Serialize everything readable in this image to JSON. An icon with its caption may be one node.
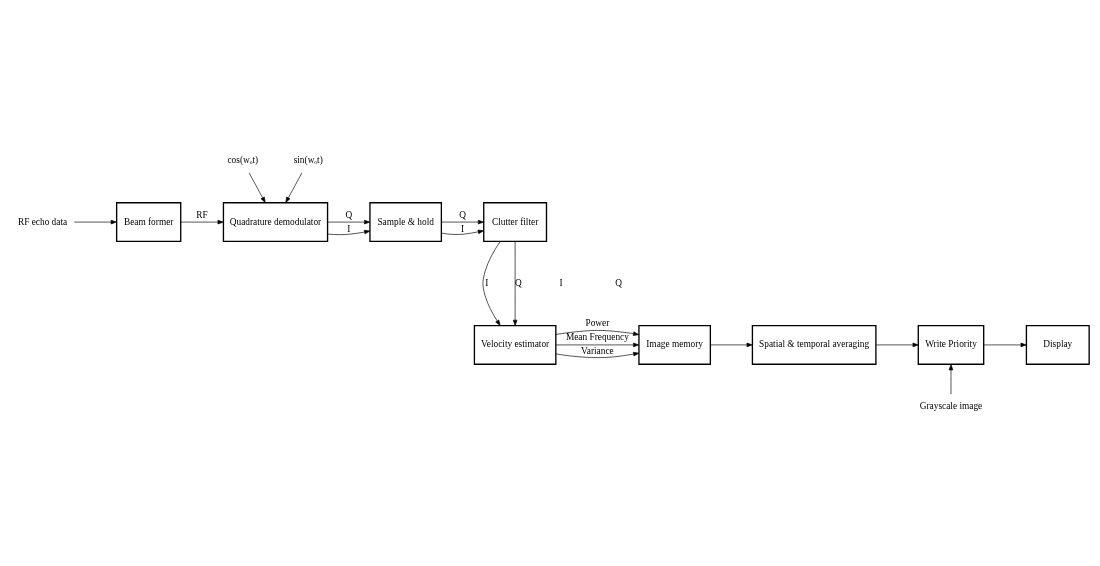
{
  "diagram": {
    "nodes": [
      {
        "text": [
          "RF echo data"
        ]
      },
      {
        "text": [
          "cos(wₒt)"
        ]
      },
      {
        "text": [
          "sin(wₒt)"
        ]
      },
      {
        "text": [
          "Beam former"
        ]
      },
      {
        "text": [
          "Quadrature demodulator"
        ]
      },
      {
        "text": [
          "Sample & hold"
        ]
      },
      {
        "text": [
          "Clutter filter"
        ]
      },
      {
        "text": [
          "Velocity estimator"
        ]
      },
      {
        "text": [
          "Image memory"
        ]
      },
      {
        "text": [
          "Spatial & temporal averaging"
        ]
      },
      {
        "text": [
          "Write Priority"
        ]
      },
      {
        "text": [
          "Display"
        ]
      },
      {
        "text": [
          "Grayscale image"
        ]
      }
    ],
    "edges": [
      {
        "from": 0,
        "to": 3,
        "arrow": "to"
      },
      {
        "from": 3,
        "to": 4,
        "arrow": "to",
        "label": "RF"
      },
      {
        "from": 1,
        "to": 4,
        "arrow": "to"
      },
      {
        "from": 2,
        "to": 4,
        "arrow": "to"
      },
      {
        "from": 4,
        "to": 5,
        "arrow": "to",
        "label": "I"
      },
      {
        "from": 4,
        "to": 5,
        "arrow": "to",
        "label": "Q"
      },
      {
        "from": 5,
        "to": 6,
        "arrow": "to",
        "label": "I"
      },
      {
        "from": 5,
        "to": 6,
        "arrow": "to",
        "label": "Q"
      },
      {
        "from": 6,
        "to": 7,
        "arrow": "to",
        "label": "I"
      },
      {
        "from": 6,
        "to": 7,
        "arrow": "to",
        "label": "Q"
      },
      {
        "from": 7,
        "to": 8,
        "arrow": "to",
        "label": "Mean Frequency"
      },
      {
        "from": 7,
        "to": 8,
        "arrow": "to",
        "label": "Variance"
      },
      {
        "from": 7,
        "to": 8,
        "arrow": "to",
        "label": "Power"
      },
      {
        "from": 8,
        "to": 9,
        "arrow": "to"
      },
      {
        "from": 9,
        "to": 10,
        "arrow": "to"
      },
      {
        "from": 12,
        "to": 10,
        "arrow": "to"
      },
      {
        "from": 10,
        "to": 11,
        "arrow": "to"
      }
    ],
    "labels": [
      "I",
      "Q"
    ]
  }
}
